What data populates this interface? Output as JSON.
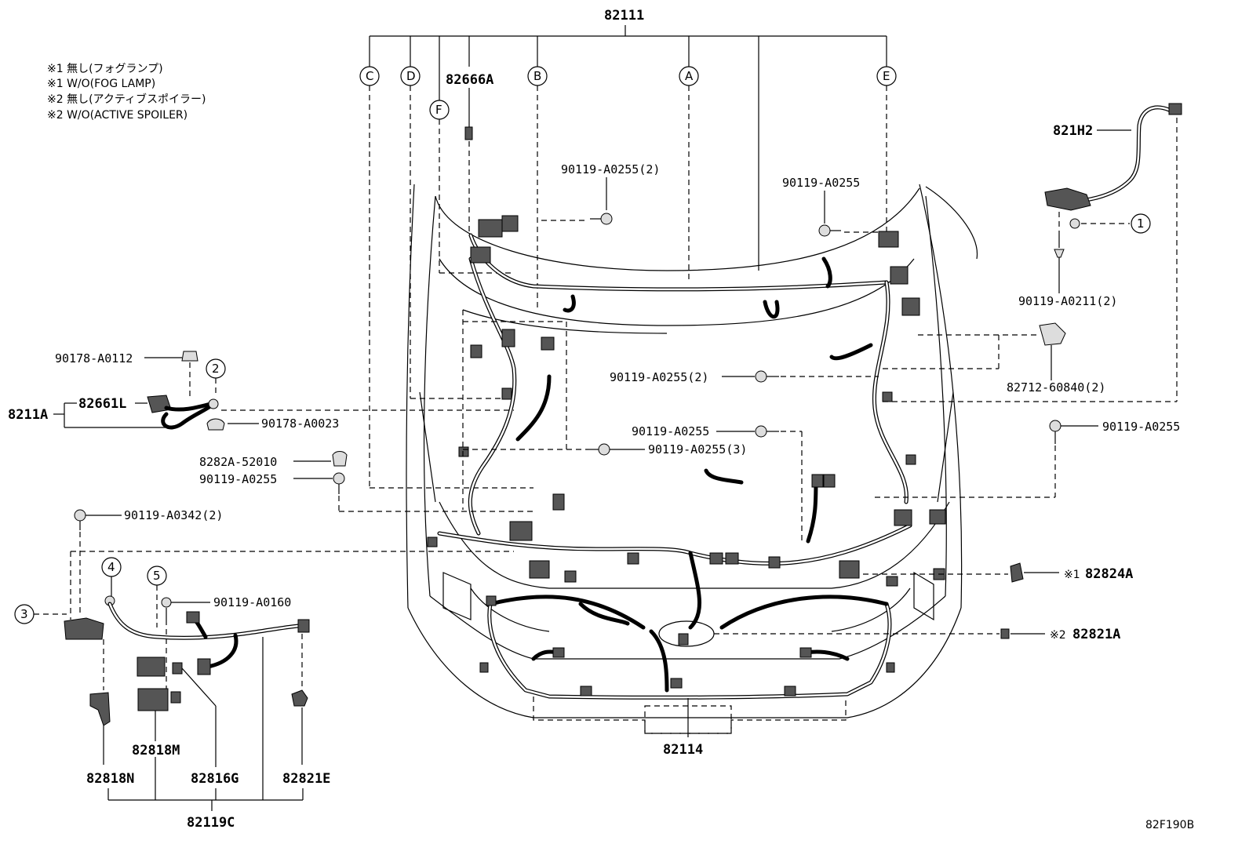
{
  "notes": [
    "※1 無し(フォグランプ)",
    "※1 W/O(FOG LAMP)",
    "※2 無し(アクティブスポイラー)",
    "※2 W/O(ACTIVE SPOILER)"
  ],
  "callouts": {
    "A": "A",
    "B": "B",
    "C": "C",
    "D": "D",
    "E": "E",
    "F": "F",
    "n1": "1",
    "n2": "2",
    "n3": "3",
    "n4": "4",
    "n5": "5"
  },
  "parts": {
    "p82111": "82111",
    "p82666A": "82666A",
    "p821H2": "821H2",
    "p90119_A0255_2_top": "90119-A0255(2)",
    "p90119_A0255_top_right": "90119-A0255",
    "p90119_A0211_2": "90119-A0211(2)",
    "p90119_A0255_2_mid": "90119-A0255(2)",
    "p82712_60840_2": "82712-60840(2)",
    "p90119_A0255_right": "90119-A0255",
    "p90119_A0255_center": "90119-A0255",
    "p90119_A0255_3": "90119-A0255(3)",
    "p90178_A0112": "90178-A0112",
    "p82661L": "82661L",
    "p8211A": "8211A",
    "p90178_A0023": "90178-A0023",
    "p8282A_52010": "8282A-52010",
    "p90119_A0255_left": "90119-A0255",
    "p90119_A0342_2": "90119-A0342(2)",
    "p90119_A0160": "90119-A0160",
    "p82824A": "82824A",
    "p82821A": "82821A",
    "p82824A_mark": "※1",
    "p82821A_mark": "※2",
    "p82114": "82114",
    "p82818M": "82818M",
    "p82818N": "82818N",
    "p82816G": "82816G",
    "p82821E": "82821E",
    "p82119C": "82119C"
  },
  "figure_code": "82F190B"
}
